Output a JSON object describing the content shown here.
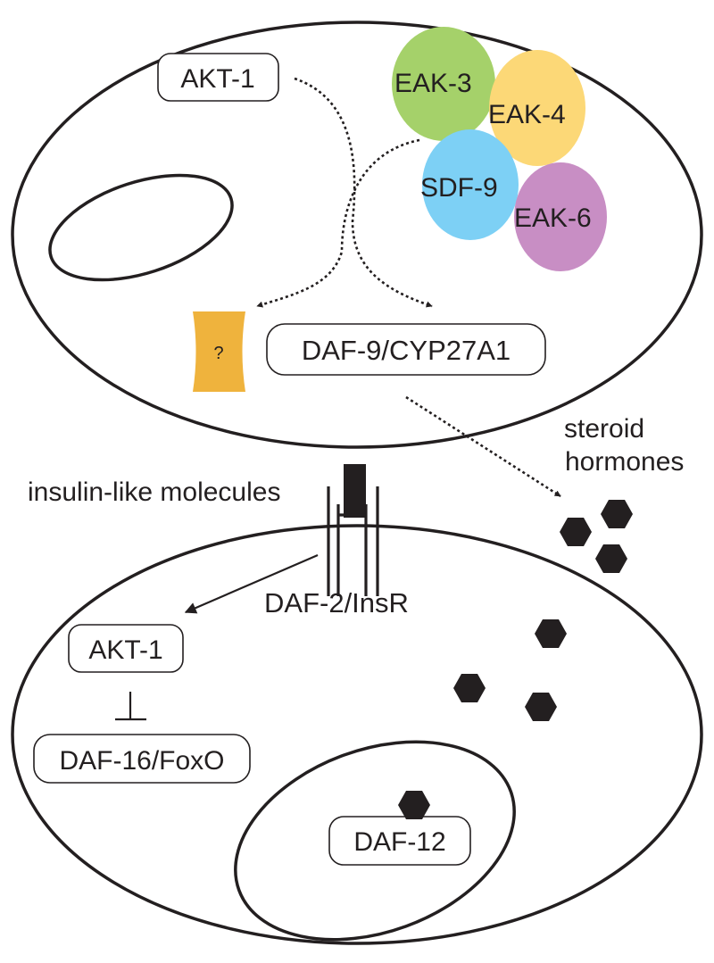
{
  "labels": {
    "akt1_top": "AKT-1",
    "eak3": "EAK-3",
    "eak4": "EAK-4",
    "sdf9": "SDF-9",
    "eak6": "EAK-6",
    "unknown": "?",
    "daf9": "DAF-9/CYP27A1",
    "steroid_line1": "steroid",
    "steroid_line2": "hormones",
    "insulin": "insulin-like molecules",
    "daf2": "DAF-2/InsR",
    "akt1_bottom": "AKT-1",
    "daf16": "DAF-16/FoxO",
    "daf12": "DAF-12"
  },
  "colors": {
    "eak3": "#a5d16a",
    "eak4": "#fcd877",
    "sdf9": "#7dd0f5",
    "eak6": "#c88ec4",
    "unknown_protein": "#efb33d",
    "ink": "#231f20"
  }
}
